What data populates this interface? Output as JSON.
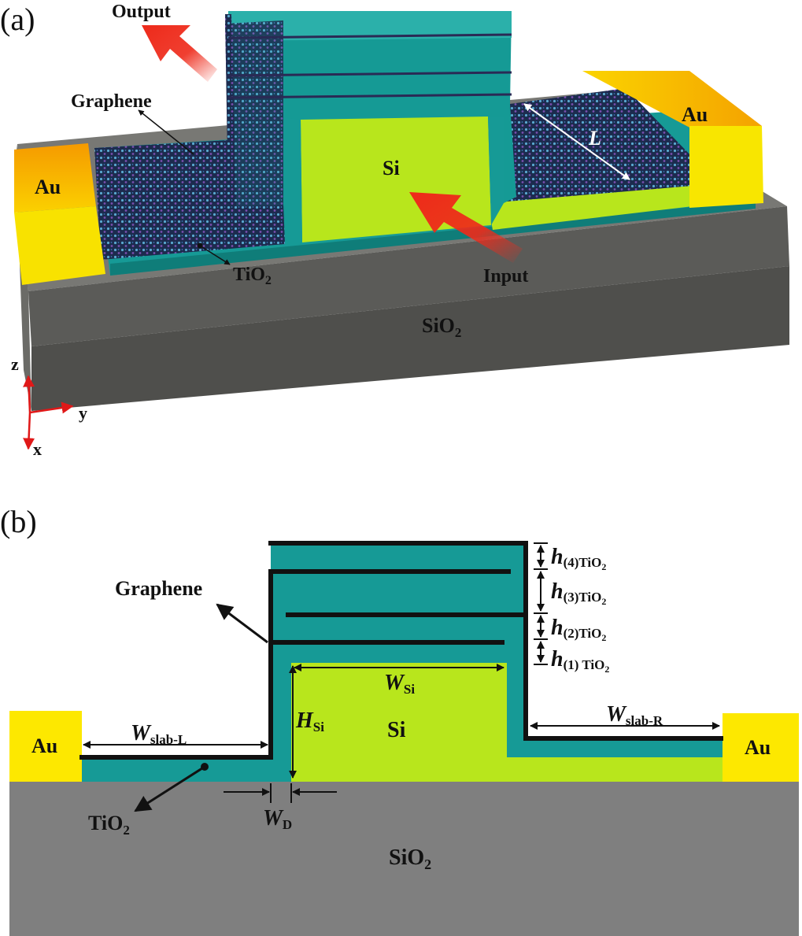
{
  "panel_a": {
    "tag": "(a)",
    "output": "Output",
    "input": "Input",
    "graphene": "Graphene",
    "si": "Si",
    "au_left": "Au",
    "au_right": "Au",
    "tio2_main": "TiO",
    "tio2_sub": "2",
    "sio2_main": "SiO",
    "sio2_sub": "2",
    "length": "L",
    "axis_z": "z",
    "axis_y": "y",
    "axis_x": "x"
  },
  "panel_b": {
    "tag": "(b)",
    "graphene": "Graphene",
    "si": "Si",
    "au_left": "Au",
    "au_right": "Au",
    "tio2_main": "TiO",
    "tio2_sub": "2",
    "sio2_main": "SiO",
    "sio2_sub": "2",
    "w_slab_l": {
      "sym": "W",
      "sub": "slab-L"
    },
    "w_slab_r": {
      "sym": "W",
      "sub": "slab-R"
    },
    "w_si": {
      "sym": "W",
      "sub": "Si"
    },
    "h_si": {
      "sym": "H",
      "sub": "Si"
    },
    "w_d": {
      "sym": "W",
      "sub": "D"
    },
    "h4": {
      "sym": "h",
      "sub": "(4)TiO",
      "sub2": "2"
    },
    "h3": {
      "sym": "h",
      "sub": "(3)TiO",
      "sub2": "2"
    },
    "h2": {
      "sym": "h",
      "sub": "(2)TiO",
      "sub2": "2"
    },
    "h1": {
      "sym": "h",
      "sub": "(1) TiO",
      "sub2": "2"
    }
  },
  "colors": {
    "tio2": "#169a96",
    "si": "#b8e61c",
    "au": "#f5e800",
    "au_dark": "#f3a300",
    "sio2": "#7f7f7f",
    "sio2_3d": "#5b5b58",
    "graphene_line": "#111111",
    "arrow_red": "#ee2a1a",
    "axis_red": "#e01818"
  }
}
